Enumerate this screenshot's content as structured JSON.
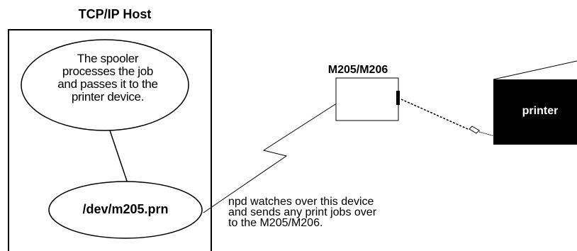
{
  "host": {
    "title": "TCP/IP Host",
    "spooler_lines": [
      "The spooler",
      "processes the job",
      "and passes it to the",
      "printer device."
    ],
    "device_file": "/dev/m205.prn"
  },
  "print_server": {
    "title": "M205/M206"
  },
  "printer": {
    "label": "printer"
  },
  "note": {
    "lines": [
      "npd watches over this device",
      "and sends any print jobs over",
      "to the M205/M206."
    ]
  },
  "colors": {
    "stroke": "#000000",
    "printer_fill": "#000000",
    "printer_text": "#ffffff",
    "background": "#ffffff"
  }
}
